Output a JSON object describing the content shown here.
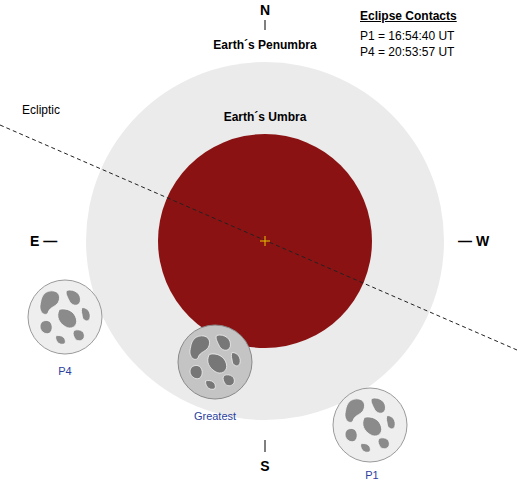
{
  "diagram": {
    "nodes": [
      {
        "text": [
          "Earth´s Penumbra"
        ]
      },
      {
        "text": [
          "Earth´s Umbra"
        ],
        "in": 0
      },
      {
        "text": [
          "P4"
        ]
      },
      {
        "text": [
          "Greatest"
        ]
      },
      {
        "text": [
          "P1"
        ]
      }
    ],
    "labels": [
      "N",
      "Eclipse Contacts",
      "P1 = 16:54:40 UT",
      "P4 = 20:53:57 UT",
      "Ecliptic",
      "E —",
      "— W",
      "S"
    ]
  }
}
